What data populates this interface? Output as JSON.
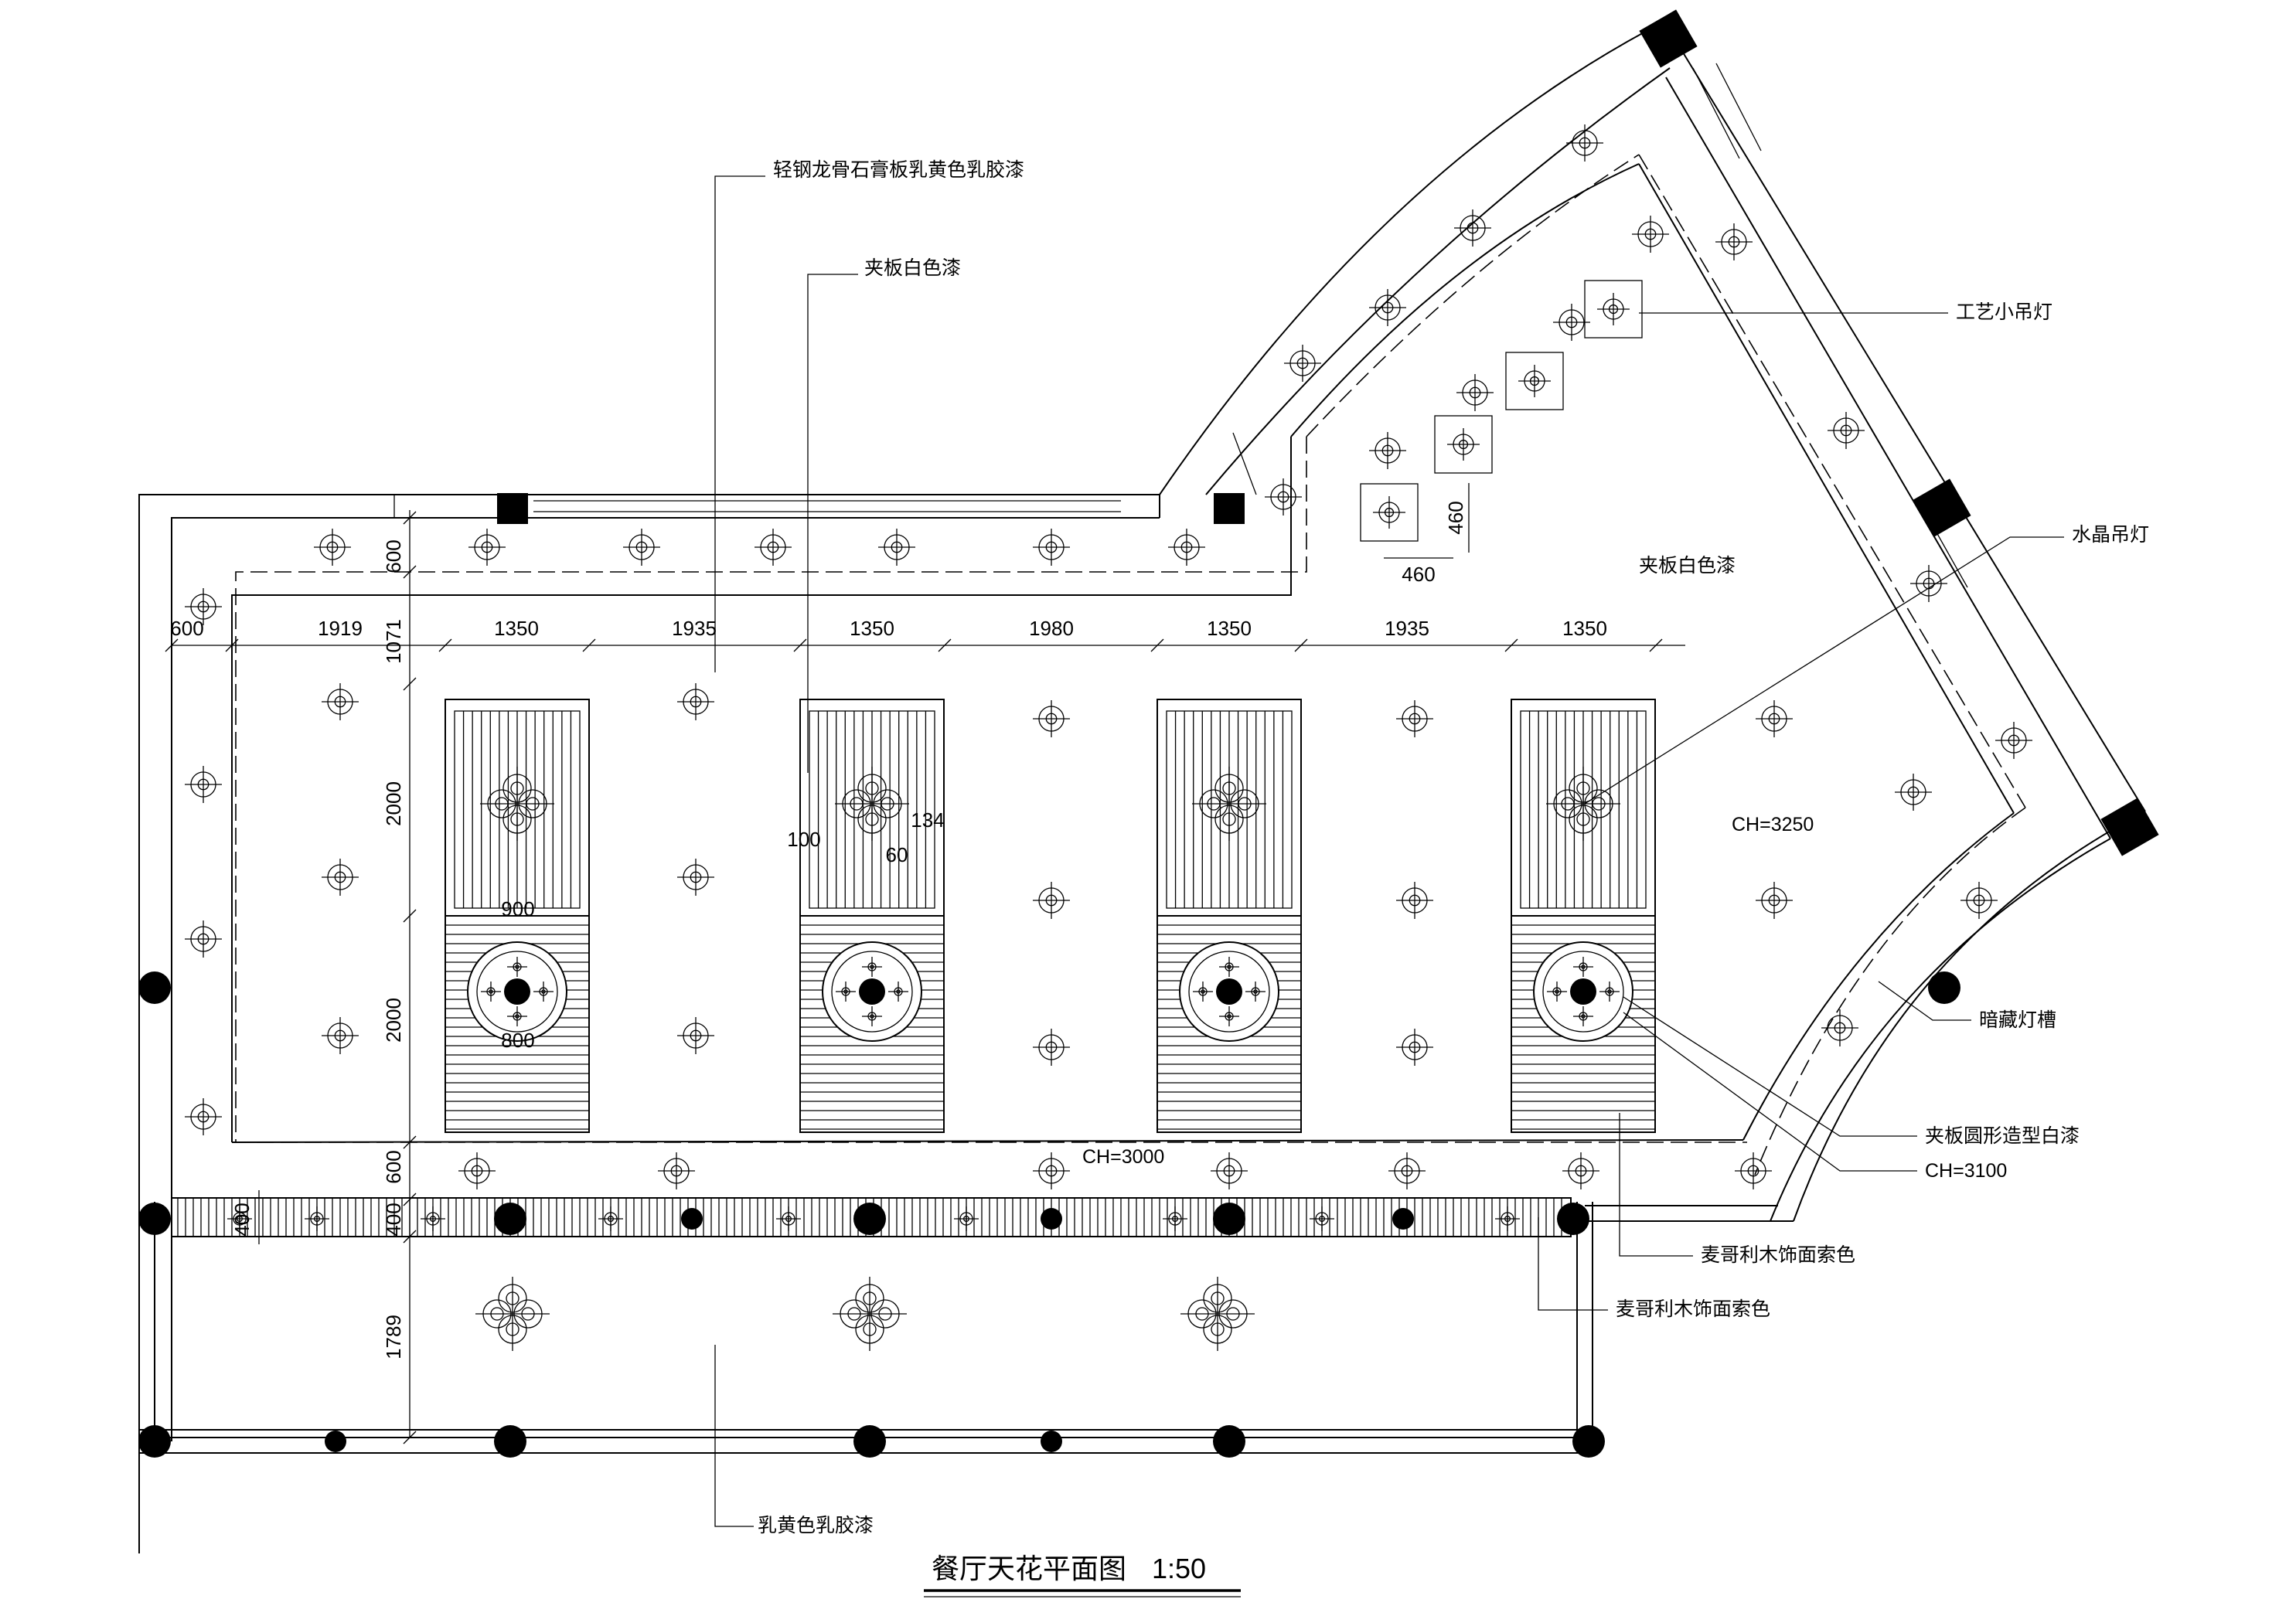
{
  "title": "餐厅天花平面图",
  "scale": "1:50",
  "ceiling_heights": {
    "main": "CH=3000",
    "right_area": "CH=3250",
    "round_feature": "CH=3100"
  },
  "notes": {
    "gypsum": "轻钢龙骨石膏板乳黄色乳胶漆",
    "plywood_white_top": "夹板白色漆",
    "plywood_white_right": "夹板白色漆",
    "craft_pendant": "工艺小吊灯",
    "crystal_chandelier": "水晶吊灯",
    "hidden_light_trough": "暗藏灯槽",
    "round_plywood": "夹板圆形造型白漆",
    "ch3100": "CH=3100",
    "sapele_1": "麦哥利木饰面索色",
    "sapele_2": "麦哥利木饰面索色",
    "latex_yellow": "乳黄色乳胶漆"
  },
  "dims": {
    "top_row": [
      "600",
      "1919",
      "1350",
      "1935",
      "1350",
      "1980",
      "1350",
      "1935",
      "1350"
    ],
    "left_col": [
      "600",
      "1071",
      "2000",
      "2000",
      "600",
      "400",
      "1789"
    ],
    "band_left": "400",
    "pendant_size_w": "460",
    "pendant_size_h": "460",
    "round_dia_top": "900",
    "round_dia_bottom": "800",
    "slat_a": "100",
    "slat_b": "60",
    "slat_c": "134"
  },
  "icons": [
    "downlight-icon",
    "crystal-chandelier-icon",
    "column-icon",
    "pendant-lamp-icon"
  ]
}
